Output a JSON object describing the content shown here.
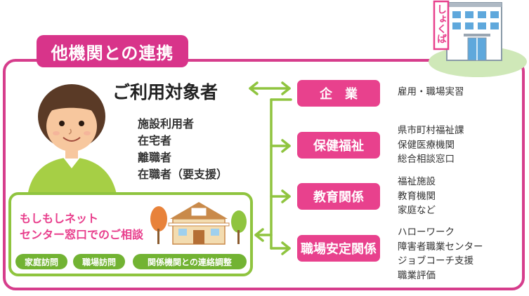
{
  "header": {
    "title": "他機関との連携"
  },
  "building": {
    "sign": "しょくば"
  },
  "users": {
    "title": "ご利用対象者",
    "items": [
      "施設利用者",
      "在宅者",
      "離職者",
      "在職者（要支援）"
    ]
  },
  "consult": {
    "line1": "もしもしネット",
    "line2": "センター窓口でのご相談",
    "badges": [
      "家庭訪問",
      "職場訪問",
      "関係機関との連絡調整"
    ]
  },
  "agencies": [
    {
      "label": "企　業",
      "details": [
        "雇用・職場実習"
      ]
    },
    {
      "label": "保健福祉",
      "details": [
        "県市町村福祉課",
        "保健医療機関",
        "総合相談窓口"
      ]
    },
    {
      "label": "教育関係",
      "details": [
        "福祉施設",
        "教育機関",
        "家庭など"
      ]
    },
    {
      "label": "職場安定関係",
      "details": [
        "ハローワーク",
        "障害者職業センター",
        "ジョブコーチ支援",
        "職業評価"
      ]
    }
  ],
  "colors": {
    "pink": "#e8418d",
    "frame": "#d63d8c",
    "green": "#8fc43f",
    "badge_green": "#72b333"
  }
}
